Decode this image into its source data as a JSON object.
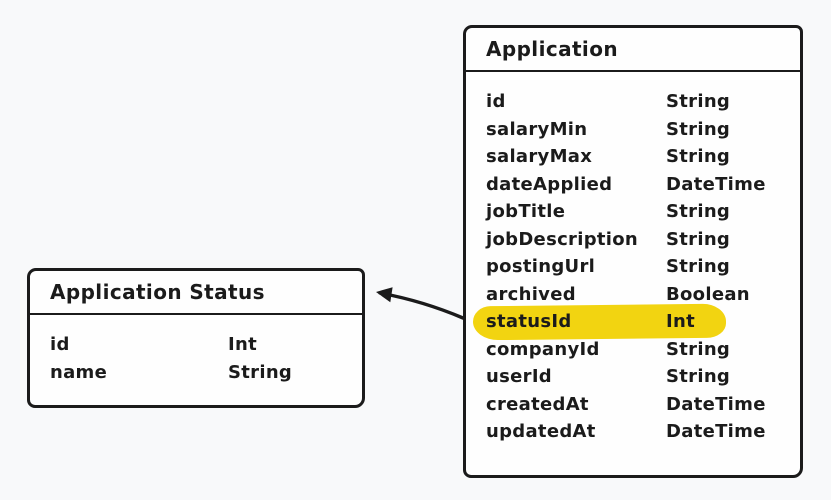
{
  "diagram": {
    "background": "#f8f9fa",
    "stroke_color": "#1b1b1b",
    "box_fill": "#fefefe",
    "highlight_color": "#f2d411",
    "entities": [
      {
        "title": "Application Status",
        "fields": [
          {
            "name": "id",
            "type": "Int"
          },
          {
            "name": "name",
            "type": "String"
          }
        ]
      },
      {
        "title": "Application",
        "fields": [
          {
            "name": "id",
            "type": "String"
          },
          {
            "name": "salaryMin",
            "type": "String"
          },
          {
            "name": "salaryMax",
            "type": "String"
          },
          {
            "name": "dateApplied",
            "type": "DateTime"
          },
          {
            "name": "jobTitle",
            "type": "String"
          },
          {
            "name": "jobDescription",
            "type": "String"
          },
          {
            "name": "postingUrl",
            "type": "String"
          },
          {
            "name": "archived",
            "type": "Boolean"
          },
          {
            "name": "statusId",
            "type": "Int",
            "highlighted": true
          },
          {
            "name": "companyId",
            "type": "String"
          },
          {
            "name": "userId",
            "type": "String"
          },
          {
            "name": "createdAt",
            "type": "DateTime"
          },
          {
            "name": "updatedAt",
            "type": "DateTime"
          }
        ]
      }
    ],
    "relation": {
      "from": "Application.statusId",
      "to": "Application Status"
    }
  }
}
